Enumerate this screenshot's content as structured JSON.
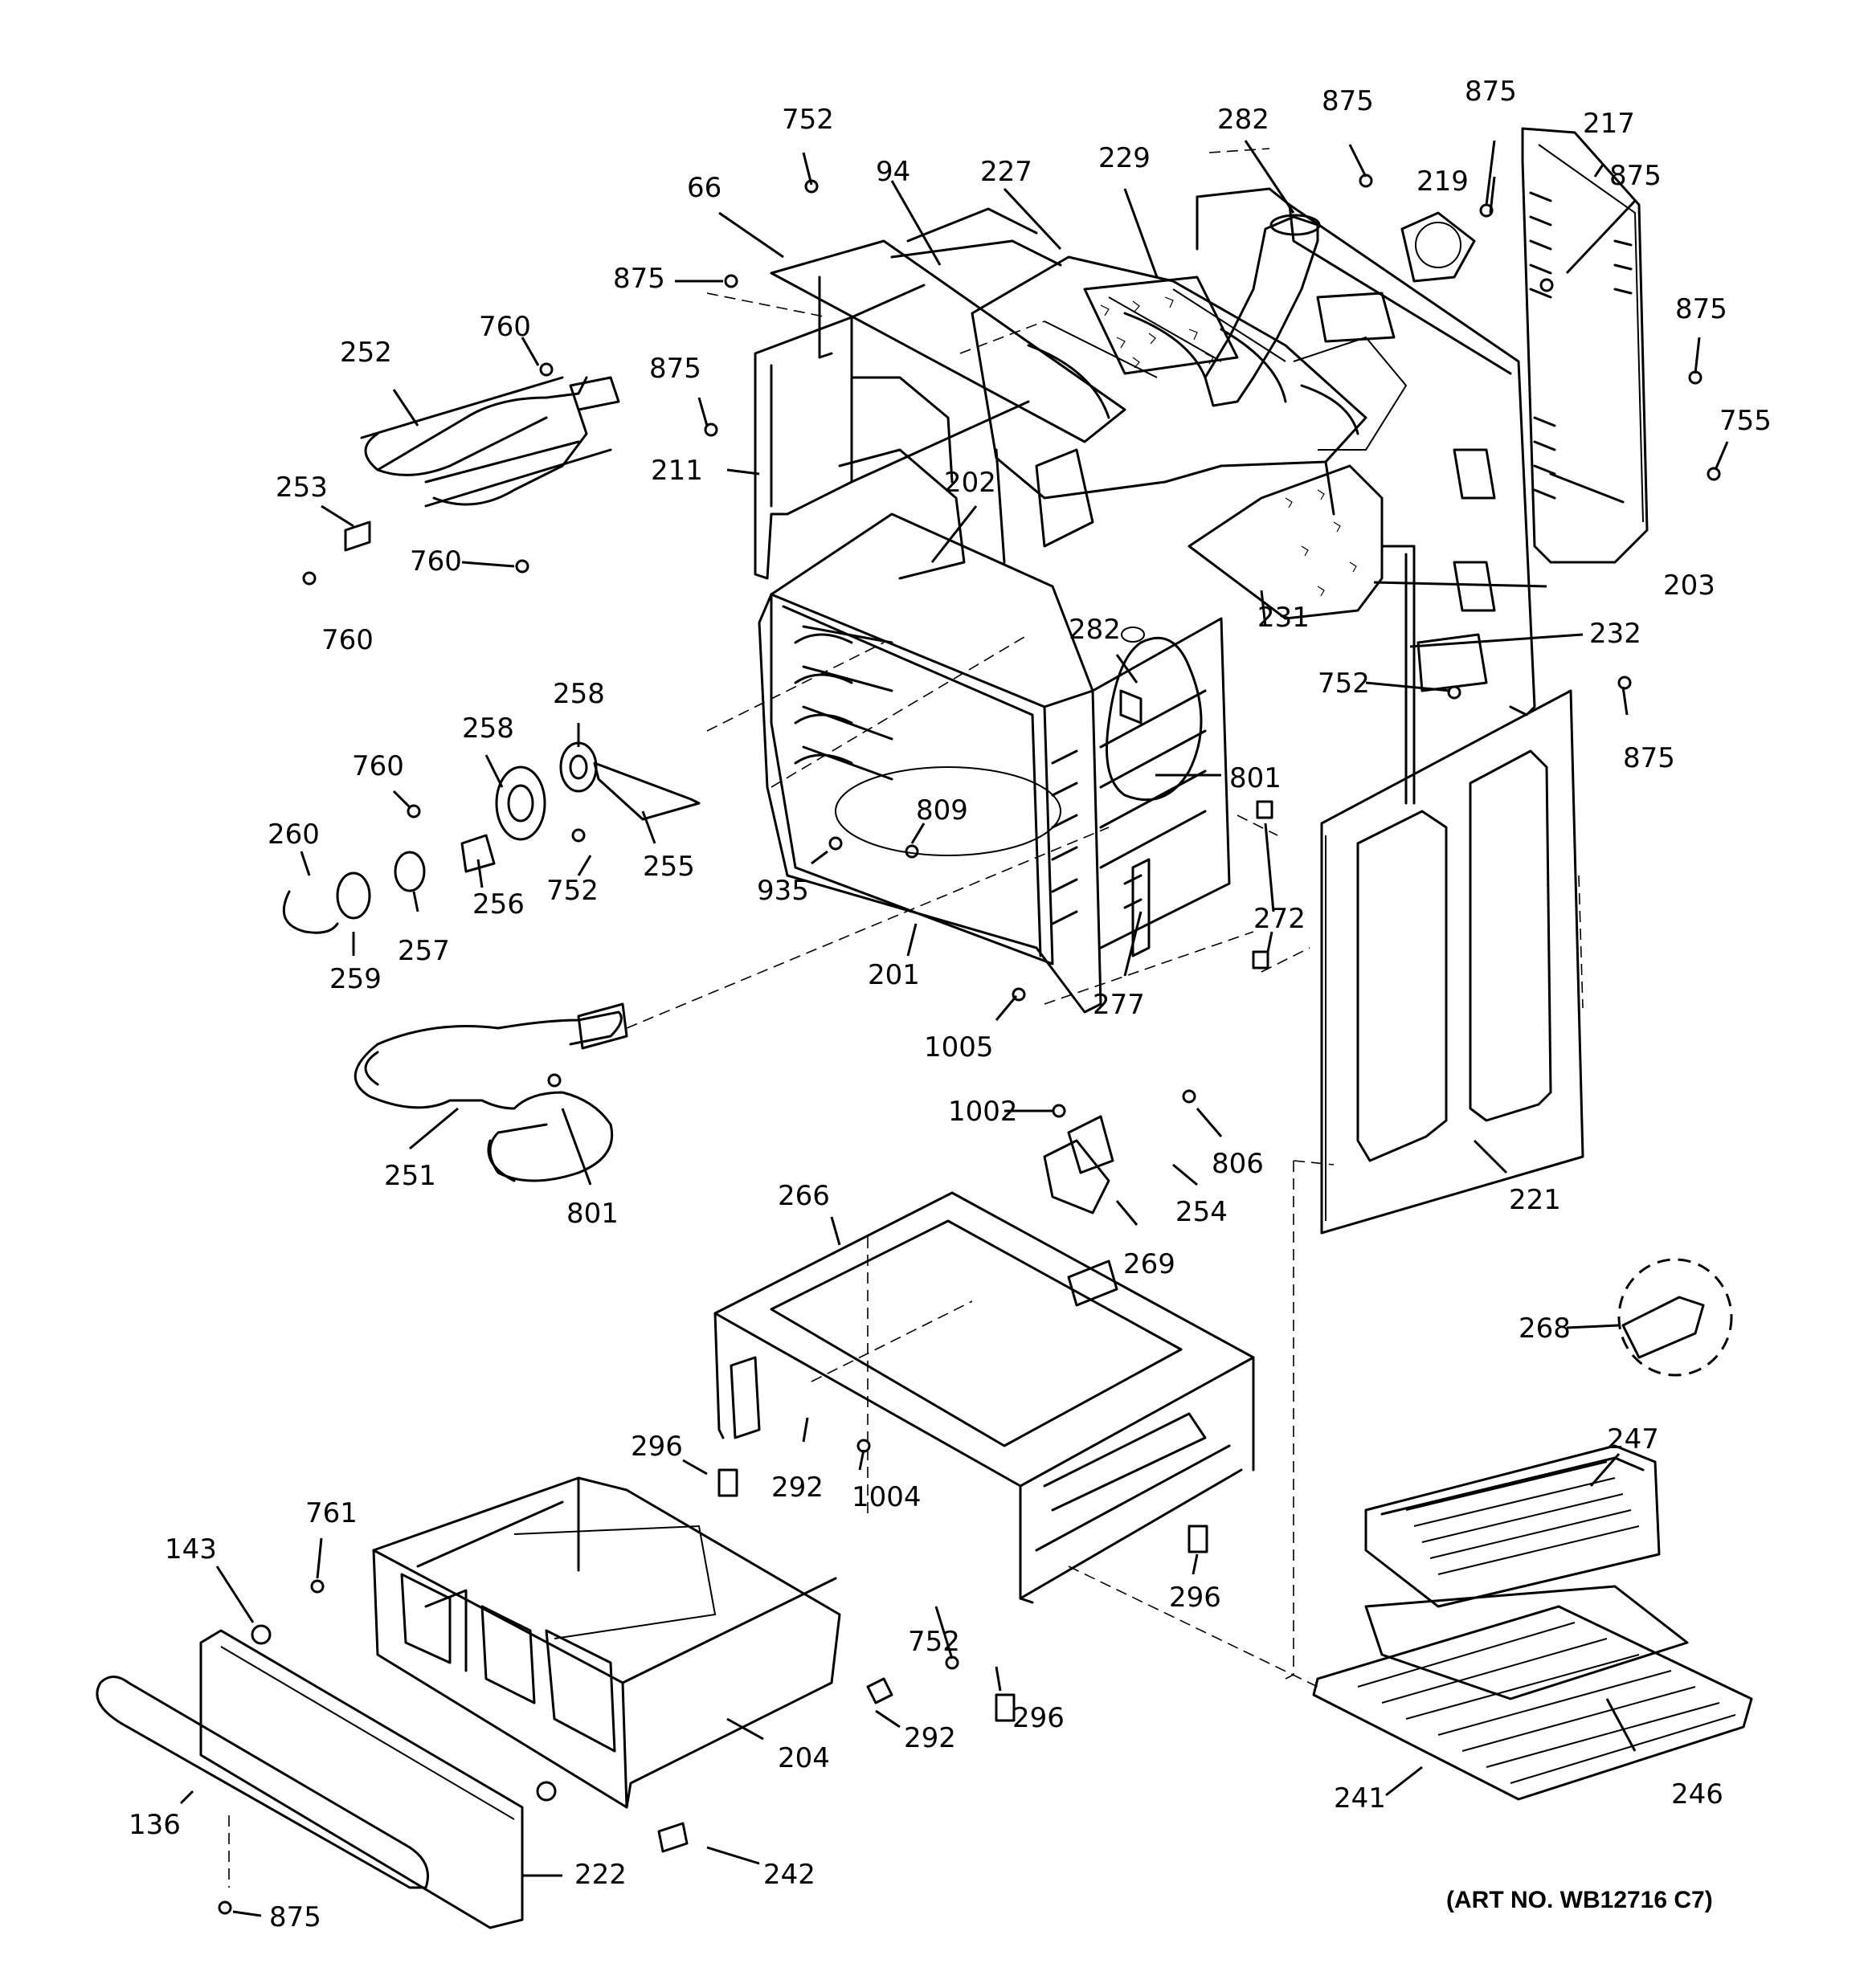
{
  "diagram": {
    "art_number": "(ART NO. WB12716 C7)",
    "callouts": [
      {
        "id": "c01",
        "text": "752"
      },
      {
        "id": "c02",
        "text": "66"
      },
      {
        "id": "c03",
        "text": "94"
      },
      {
        "id": "c04",
        "text": "227"
      },
      {
        "id": "c05",
        "text": "229"
      },
      {
        "id": "c06",
        "text": "282"
      },
      {
        "id": "c07",
        "text": "875"
      },
      {
        "id": "c08",
        "text": "875"
      },
      {
        "id": "c09",
        "text": "219"
      },
      {
        "id": "c10",
        "text": "217"
      },
      {
        "id": "c11",
        "text": "875"
      },
      {
        "id": "c12",
        "text": "875"
      },
      {
        "id": "c13",
        "text": "875"
      },
      {
        "id": "c14",
        "text": "755"
      },
      {
        "id": "c15",
        "text": "760"
      },
      {
        "id": "c16",
        "text": "252"
      },
      {
        "id": "c17",
        "text": "875"
      },
      {
        "id": "c18",
        "text": "211"
      },
      {
        "id": "c19",
        "text": "253"
      },
      {
        "id": "c20",
        "text": "760"
      },
      {
        "id": "c21",
        "text": "760"
      },
      {
        "id": "c22",
        "text": "202"
      },
      {
        "id": "c23",
        "text": "203"
      },
      {
        "id": "c24",
        "text": "231"
      },
      {
        "id": "c25",
        "text": "232"
      },
      {
        "id": "c26",
        "text": "282"
      },
      {
        "id": "c27",
        "text": "752"
      },
      {
        "id": "c28",
        "text": "875"
      },
      {
        "id": "c29",
        "text": "258"
      },
      {
        "id": "c30",
        "text": "258"
      },
      {
        "id": "c31",
        "text": "760"
      },
      {
        "id": "c32",
        "text": "801"
      },
      {
        "id": "c33",
        "text": "260"
      },
      {
        "id": "c34",
        "text": "809"
      },
      {
        "id": "c35",
        "text": "255"
      },
      {
        "id": "c36",
        "text": "256"
      },
      {
        "id": "c37",
        "text": "752"
      },
      {
        "id": "c38",
        "text": "935"
      },
      {
        "id": "c39",
        "text": "257"
      },
      {
        "id": "c40",
        "text": "272"
      },
      {
        "id": "c41",
        "text": "259"
      },
      {
        "id": "c42",
        "text": "201"
      },
      {
        "id": "c43",
        "text": "277"
      },
      {
        "id": "c44",
        "text": "1005"
      },
      {
        "id": "c45",
        "text": "1002"
      },
      {
        "id": "c46",
        "text": "806"
      },
      {
        "id": "c47",
        "text": "251"
      },
      {
        "id": "c48",
        "text": "801"
      },
      {
        "id": "c49",
        "text": "221"
      },
      {
        "id": "c50",
        "text": "266"
      },
      {
        "id": "c51",
        "text": "254"
      },
      {
        "id": "c52",
        "text": "269"
      },
      {
        "id": "c53",
        "text": "268"
      },
      {
        "id": "c54",
        "text": "296"
      },
      {
        "id": "c55",
        "text": "292"
      },
      {
        "id": "c56",
        "text": "1004"
      },
      {
        "id": "c57",
        "text": "247"
      },
      {
        "id": "c58",
        "text": "761"
      },
      {
        "id": "c59",
        "text": "143"
      },
      {
        "id": "c60",
        "text": "296"
      },
      {
        "id": "c61",
        "text": "752"
      },
      {
        "id": "c62",
        "text": "296"
      },
      {
        "id": "c63",
        "text": "292"
      },
      {
        "id": "c64",
        "text": "204"
      },
      {
        "id": "c65",
        "text": "246"
      },
      {
        "id": "c66",
        "text": "241"
      },
      {
        "id": "c67",
        "text": "136"
      },
      {
        "id": "c68",
        "text": "242"
      },
      {
        "id": "c69",
        "text": "222"
      },
      {
        "id": "c70",
        "text": "875"
      }
    ]
  }
}
